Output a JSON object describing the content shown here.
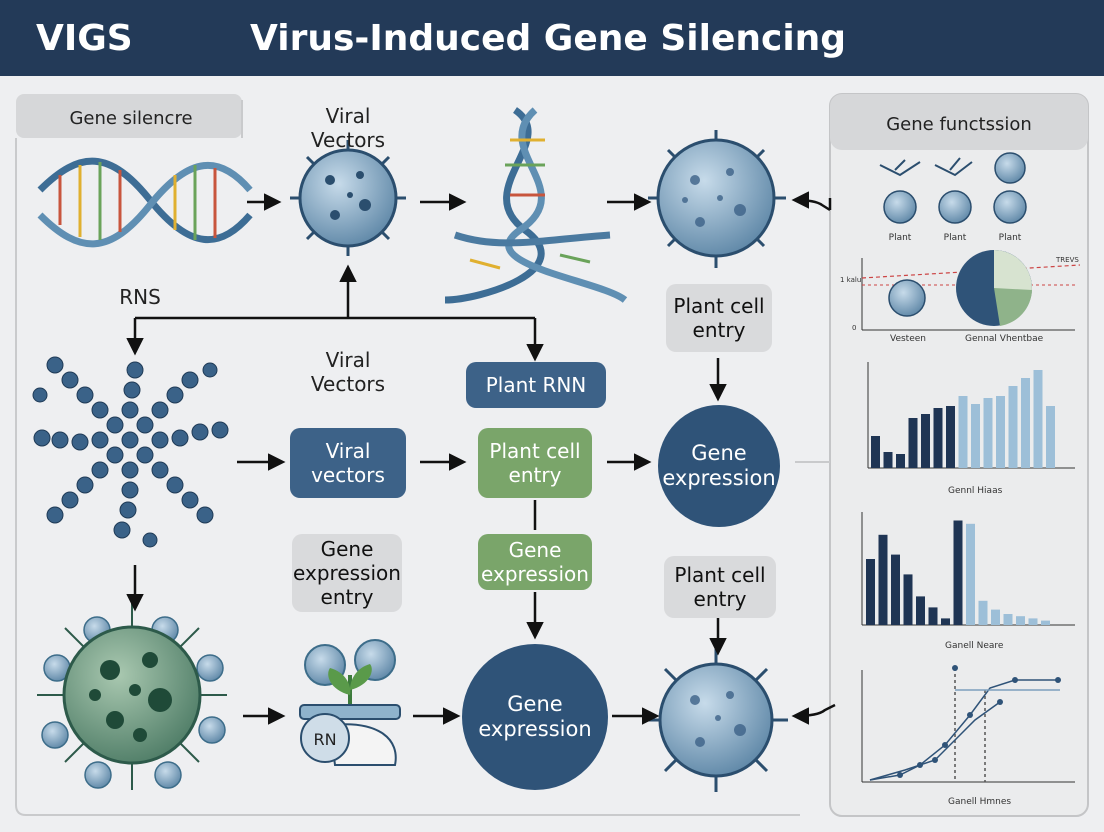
{
  "header": {
    "abbr": "VIGS",
    "title": "Virus-Induced Gene Silencing"
  },
  "left_panel": {
    "title": "Gene silencre"
  },
  "right_panel": {
    "title": "Gene functssion",
    "virus_labels": [
      "Plant",
      "Plant",
      "Plant"
    ],
    "chart1": {
      "xlabels": [
        "Vesteen",
        "Gennal Vhentbae"
      ],
      "note": "TREVS",
      "yticks": [
        "1 kalu",
        "0"
      ]
    },
    "chart2_xlabel": "Gennl Hiaas",
    "chart3_xlabel": "Ganell Neare",
    "chart4_xlabel": "Ganell Hmnes"
  },
  "labels": {
    "viral_vectors_top": "Viral\nVectors",
    "rns": "RNS",
    "viral_vectors_mid": "Viral\nVectors",
    "rn": "RN"
  },
  "boxes": {
    "plant_rnn": "Plant RNN",
    "plant_cell_entry_top": "Plant cell\nentry",
    "viral_vectors": "Viral\nvectors",
    "plant_cell_entry_mid": "Plant cell\nentry",
    "gene_expression_entry": "Gene\nexpression\nentry",
    "gene_expression_mid": "Gene\nexpression",
    "plant_cell_entry_bottom": "Plant cell\nentry"
  },
  "circles": {
    "gene_expression_right": "Gene\nexpression",
    "gene_expression_bottom": "Gene\nexpression"
  },
  "colors": {
    "header": "#233a58",
    "blue_box": "#3d6288",
    "green_box": "#7aa56a",
    "grey_box": "#d9dadc",
    "virus": "#8fb3cc",
    "dark_bar": "#1f3554",
    "light_bar": "#9dbfd8"
  }
}
